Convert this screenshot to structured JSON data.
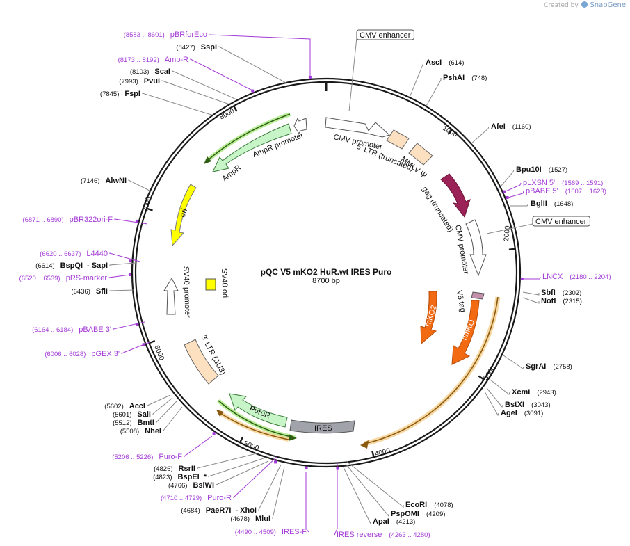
{
  "credit": {
    "prefix": "Created by",
    "brand": "SnapGene"
  },
  "plasmid": {
    "name": "pQC V5 mKO2 HuR.wt IRES Puro",
    "length": "8700 bp"
  },
  "ticks": [
    "1000",
    "2000",
    "3000",
    "4000",
    "5000",
    "6000",
    "7000",
    "8000"
  ],
  "sites": [
    {
      "name": "CMV enhancer",
      "pos": "",
      "boxed": true,
      "color": "black"
    },
    {
      "name": "AscI",
      "pos": "(614)",
      "color": "black"
    },
    {
      "name": "PshAI",
      "pos": "(748)",
      "color": "black"
    },
    {
      "name": "AfeI",
      "pos": "(1160)",
      "color": "black"
    },
    {
      "name": "Bpu10I",
      "pos": "(1527)",
      "color": "black"
    },
    {
      "name": "pLXSN 5'",
      "pos": "(1569 .. 1591)",
      "color": "purple"
    },
    {
      "name": "pBABE 5'",
      "pos": "(1607 .. 1623)",
      "color": "purple"
    },
    {
      "name": "BglII",
      "pos": "(1648)",
      "color": "black"
    },
    {
      "name": "CMV enhancer",
      "pos": "",
      "boxed": true,
      "color": "black"
    },
    {
      "name": "LNCX",
      "pos": "(2180 .. 2204)",
      "color": "purple"
    },
    {
      "name": "SbfI",
      "pos": "(2302)",
      "color": "black"
    },
    {
      "name": "NotI",
      "pos": "(2315)",
      "color": "black"
    },
    {
      "name": "SgrAI",
      "pos": "(2758)",
      "color": "black"
    },
    {
      "name": "XcmI",
      "pos": "(2943)",
      "color": "black"
    },
    {
      "name": "BstXI",
      "pos": "(3043)",
      "color": "black"
    },
    {
      "name": "AgeI",
      "pos": "(3091)",
      "color": "black"
    },
    {
      "name": "EcoRI",
      "pos": "(4078)",
      "color": "black"
    },
    {
      "name": "PspOMI",
      "pos": "(4209)",
      "color": "black"
    },
    {
      "name": "ApaI",
      "pos": "(4213)",
      "color": "black"
    },
    {
      "name": "IRES reverse",
      "pos": "(4263 .. 4280)",
      "color": "purple"
    },
    {
      "name": "IRES-F",
      "pos": "(4490 .. 4509)",
      "color": "purple"
    },
    {
      "name": "MluI",
      "pos": "(4678)",
      "color": "black"
    },
    {
      "name": "PaeR7I",
      "pos": "(4684)",
      "extra": "- XhoI",
      "color": "black"
    },
    {
      "name": "Puro-R",
      "pos": "(4710 .. 4729)",
      "color": "purple"
    },
    {
      "name": "BsiWI",
      "pos": "(4766)",
      "color": "black"
    },
    {
      "name": "BspEI",
      "pos": "(4823)",
      "extra": "*",
      "color": "black"
    },
    {
      "name": "RsrII",
      "pos": "(4826)",
      "color": "black"
    },
    {
      "name": "Puro-F",
      "pos": "(5206 .. 5226)",
      "color": "purple"
    },
    {
      "name": "NheI",
      "pos": "(5508)",
      "color": "black"
    },
    {
      "name": "BmtI",
      "pos": "(5512)",
      "color": "black"
    },
    {
      "name": "SalI",
      "pos": "(5601)",
      "color": "black"
    },
    {
      "name": "AccI",
      "pos": "(5602)",
      "color": "black"
    },
    {
      "name": "pGEX 3'",
      "pos": "(6006 .. 6028)",
      "color": "purple"
    },
    {
      "name": "pBABE 3'",
      "pos": "(6164 .. 6184)",
      "color": "purple"
    },
    {
      "name": "SfiI",
      "pos": "(6436)",
      "color": "black"
    },
    {
      "name": "pRS-marker",
      "pos": "(6520 .. 6539)",
      "color": "purple"
    },
    {
      "name": "BspQI",
      "pos": "(6614)",
      "extra": "- SapI",
      "color": "black"
    },
    {
      "name": "L4440",
      "pos": "(6620 .. 6637)",
      "color": "purple"
    },
    {
      "name": "pBR322ori-F",
      "pos": "(6871 .. 6890)",
      "color": "purple"
    },
    {
      "name": "AlwNI",
      "pos": "(7146)",
      "color": "black"
    },
    {
      "name": "FspI",
      "pos": "(7845)",
      "color": "black"
    },
    {
      "name": "PvuI",
      "pos": "(7993)",
      "color": "black"
    },
    {
      "name": "ScaI",
      "pos": "(8103)",
      "color": "black"
    },
    {
      "name": "Amp-R",
      "pos": "(8173 .. 8192)",
      "color": "purple"
    },
    {
      "name": "SspI",
      "pos": "(8427)",
      "color": "black"
    },
    {
      "name": "pBRforEco",
      "pos": "(8583 .. 8601)",
      "color": "purple"
    }
  ],
  "features": [
    {
      "label": "CMV promoter",
      "color": "#ffffff"
    },
    {
      "label": "5' LTR (truncated)",
      "color": "#fde0c0"
    },
    {
      "label": "MMLV Ψ",
      "color": "#fde0c0"
    },
    {
      "label": "gag (truncated)",
      "color": "#9b2257"
    },
    {
      "label": "CMV promoter",
      "color": "#ffffff"
    },
    {
      "label": "V5 tag",
      "color": "#c48fa8"
    },
    {
      "label": "mKO2",
      "color": "#f26a12"
    },
    {
      "label": "hmKO",
      "color": "#f26a12"
    },
    {
      "label": "IRES",
      "color": "#a0a4aa"
    },
    {
      "label": "PuroR",
      "color": "#c8f5c8"
    },
    {
      "label": "3' LTR (ΔU3)",
      "color": "#fde0c0"
    },
    {
      "label": "SV40 promoter",
      "color": "#ffffff"
    },
    {
      "label": "SV40 ori",
      "color": "#ffff00"
    },
    {
      "label": "ori",
      "color": "#ffff00"
    },
    {
      "label": "AmpR",
      "color": "#c8f5c8"
    },
    {
      "label": "AmpR promoter",
      "color": "#ffffff"
    }
  ],
  "colors": {
    "purple": "#a33bd6",
    "black": "#111111",
    "backbone": "#1a1a1a",
    "orange": "#f26a12",
    "green": "#2f7d14",
    "amber": "#e8a33d"
  }
}
